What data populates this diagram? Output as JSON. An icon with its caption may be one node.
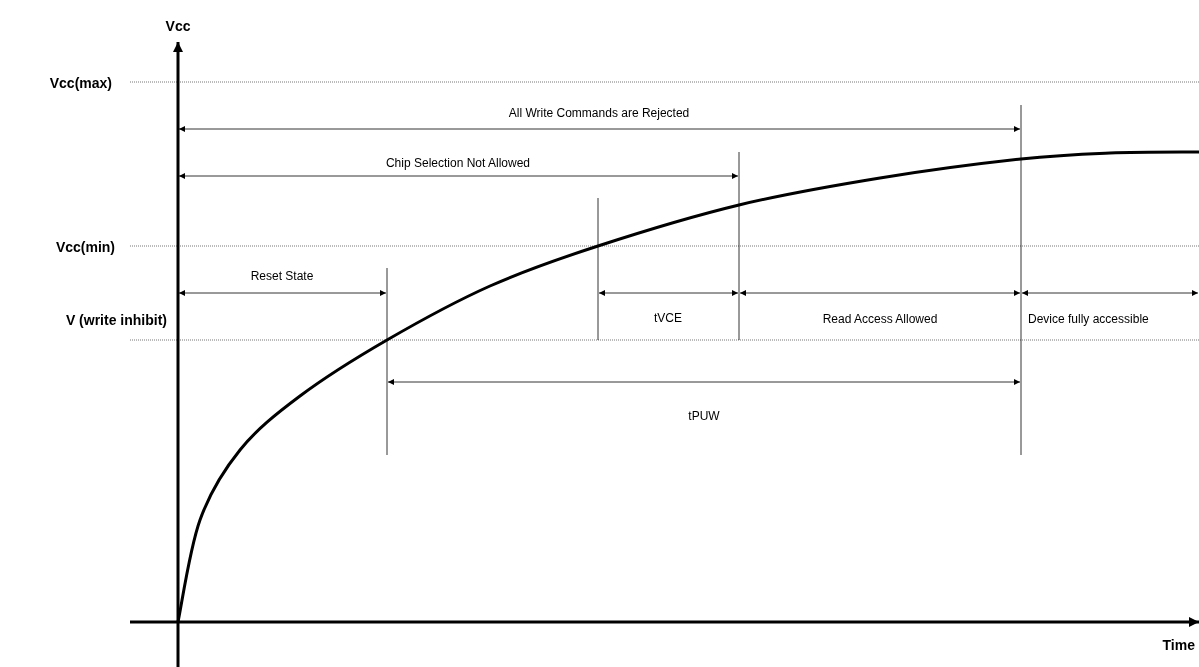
{
  "diagram": {
    "labels": [
      "Vcc",
      "Vcc(max)",
      "All Write Commands are Rejected",
      "Chip Selection Not Allowed",
      "Vcc(min)",
      "Reset State",
      "V (write inhibit)",
      "tVCE",
      "Read Access Allowed",
      "Device fully accessible",
      "tPUW",
      "Time"
    ]
  }
}
